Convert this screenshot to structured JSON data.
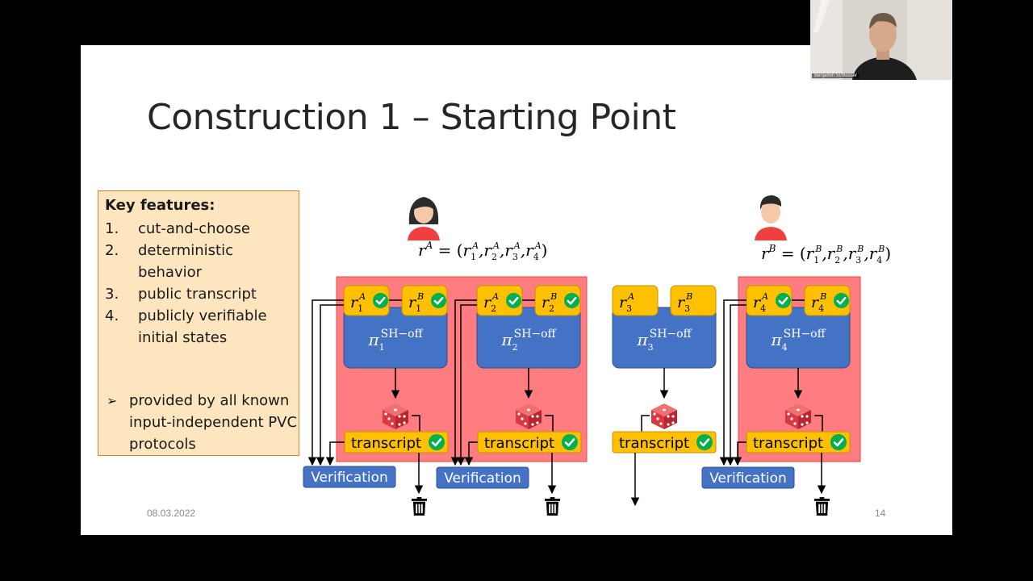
{
  "slide": {
    "title": "Construction 1 – Starting Point",
    "footer_date": "08.03.2022",
    "page_number": "14"
  },
  "key_features": {
    "heading": "Key features:",
    "items": [
      {
        "num": "1.",
        "text": "cut-and-choose"
      },
      {
        "num": "2.",
        "text": "deterministic behavior"
      },
      {
        "num": "3.",
        "text": "public transcript"
      },
      {
        "num": "4.",
        "text": "publicly verifiable initial states"
      }
    ],
    "note": "provided by all known input-independent PVC protocols"
  },
  "parties": {
    "alice": {
      "label": "r",
      "sup": "A",
      "tuple_var": "r",
      "tuple_sup": "A"
    },
    "bob": {
      "label": "r",
      "sup": "B",
      "tuple_var": "r",
      "tuple_sup": "B"
    }
  },
  "instances": [
    {
      "index": "1",
      "opened": true
    },
    {
      "index": "2",
      "opened": true
    },
    {
      "index": "3",
      "opened": false
    },
    {
      "index": "4",
      "opened": true
    }
  ],
  "labels": {
    "protocol": "π",
    "protocol_sup": "SH−off",
    "transcript": "transcript",
    "verification": "Verification",
    "var": "r"
  },
  "colors": {
    "highlight_red": "#ff7c80",
    "seed_yellow": "#ffc000",
    "protocol_blue": "#4472c4",
    "check_green": "#00b050",
    "dice_red": "#e0404a"
  },
  "icons": [
    "woman-avatar-icon",
    "man-avatar-icon",
    "check-icon",
    "dice-icon",
    "trash-icon"
  ],
  "webcam": {
    "name": "Benjamin Schlosser"
  }
}
